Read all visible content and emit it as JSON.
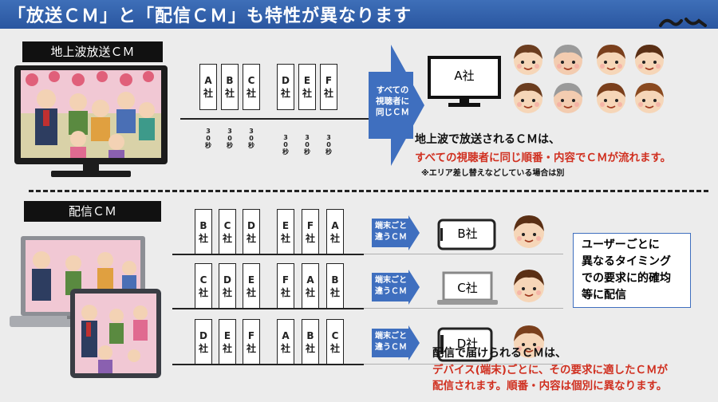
{
  "header": {
    "title": "「放送ＣＭ」と「配信ＣＭ」も特性が異なります"
  },
  "broadcast": {
    "tag": "地上波放送ＣＭ",
    "group1": [
      {
        "l1": "A",
        "l2": "社",
        "dur": [
          "3",
          "0",
          "秒"
        ]
      },
      {
        "l1": "B",
        "l2": "社",
        "dur": [
          "3",
          "0",
          "秒"
        ]
      },
      {
        "l1": "C",
        "l2": "社",
        "dur": [
          "3",
          "0",
          "秒"
        ]
      }
    ],
    "group2": [
      {
        "l1": "D",
        "l2": "社",
        "dur": [
          "3",
          "0",
          "秒"
        ]
      },
      {
        "l1": "E",
        "l2": "社",
        "dur": [
          "3",
          "0",
          "秒"
        ]
      },
      {
        "l1": "F",
        "l2": "社",
        "dur": [
          "3",
          "0",
          "秒"
        ]
      }
    ],
    "arrow_text": [
      "すべての",
      "視聴者に",
      "同じＣＭ"
    ],
    "monitor_label": "A社",
    "desc_line1": "地上波で放送されるＣＭは、",
    "desc_line2": "すべての視聴者に同じ順番・内容でＣＭが流れます。",
    "note": "※エリア差し替えなどしている場合は別"
  },
  "streaming": {
    "tag": "配信ＣＭ",
    "rows": [
      {
        "g1": [
          {
            "l1": "B",
            "l2": "社"
          },
          {
            "l1": "C",
            "l2": "社"
          },
          {
            "l1": "D",
            "l2": "社"
          }
        ],
        "g2": [
          {
            "l1": "E",
            "l2": "社"
          },
          {
            "l1": "F",
            "l2": "社"
          },
          {
            "l1": "A",
            "l2": "社"
          }
        ],
        "arrow": [
          "端末ごと",
          "違うＣＭ"
        ],
        "device_label": "B社"
      },
      {
        "g1": [
          {
            "l1": "C",
            "l2": "社"
          },
          {
            "l1": "D",
            "l2": "社"
          },
          {
            "l1": "E",
            "l2": "社"
          }
        ],
        "g2": [
          {
            "l1": "F",
            "l2": "社"
          },
          {
            "l1": "A",
            "l2": "社"
          },
          {
            "l1": "B",
            "l2": "社"
          }
        ],
        "arrow": [
          "端末ごと",
          "違うＣＭ"
        ],
        "device_label": "C社"
      },
      {
        "g1": [
          {
            "l1": "D",
            "l2": "社"
          },
          {
            "l1": "E",
            "l2": "社"
          },
          {
            "l1": "F",
            "l2": "社"
          }
        ],
        "g2": [
          {
            "l1": "A",
            "l2": "社"
          },
          {
            "l1": "B",
            "l2": "社"
          },
          {
            "l1": "C",
            "l2": "社"
          }
        ],
        "arrow": [
          "端末ごと",
          "違うＣＭ"
        ],
        "device_label": "D社"
      }
    ],
    "callout": [
      "ユーザーごとに",
      "異なるタイミング",
      "での要求に的確均",
      "等に配信"
    ],
    "desc_line1": "配信で届けられるＣＭは、",
    "desc_line2": "デバイス(端末)ごとに、その要求に適したＣＭが",
    "desc_line3": "配信されます。順番・内容は個別に異なります。"
  },
  "colors": {
    "accent_blue": "#3f6fbf",
    "header_blue": "#2f5da6",
    "alert_red": "#d03020"
  }
}
